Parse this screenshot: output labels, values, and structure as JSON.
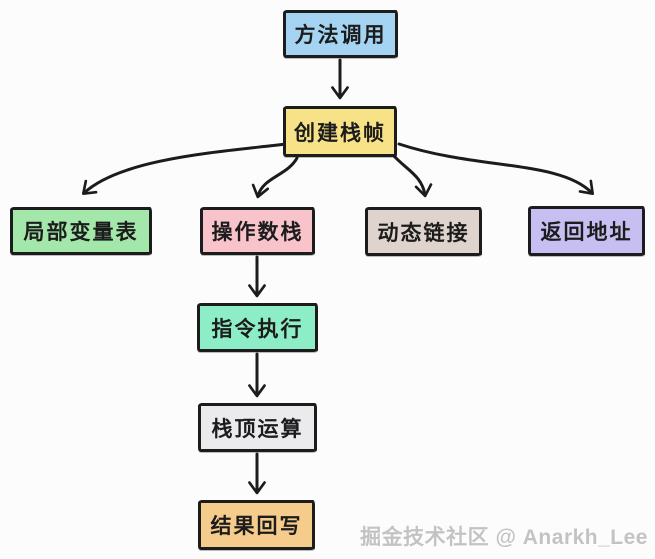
{
  "diagram": {
    "background": "#fcfcfc",
    "stroke": "#1c1c1c",
    "nodes": [
      {
        "id": "method-call",
        "label": "方法调用",
        "fill": "#a5d4f3"
      },
      {
        "id": "create-stack-frame",
        "label": "创建栈帧",
        "fill": "#f8e288"
      },
      {
        "id": "local-variable-table",
        "label": "局部变量表",
        "fill": "#a3e7ab"
      },
      {
        "id": "operand-stack",
        "label": "操作数栈",
        "fill": "#f8c3cb"
      },
      {
        "id": "dynamic-link",
        "label": "动态链接",
        "fill": "#ded4cd"
      },
      {
        "id": "return-address",
        "label": "返回地址",
        "fill": "#c7bef2"
      },
      {
        "id": "instruction-execution",
        "label": "指令执行",
        "fill": "#8dedc6"
      },
      {
        "id": "stack-top-operation",
        "label": "栈顶运算",
        "fill": "#ebebee"
      },
      {
        "id": "result-write-back",
        "label": "结果回写",
        "fill": "#f6cc8d"
      }
    ],
    "edges": [
      {
        "from": "method-call",
        "to": "create-stack-frame"
      },
      {
        "from": "create-stack-frame",
        "to": "local-variable-table"
      },
      {
        "from": "create-stack-frame",
        "to": "operand-stack"
      },
      {
        "from": "create-stack-frame",
        "to": "dynamic-link"
      },
      {
        "from": "create-stack-frame",
        "to": "return-address"
      },
      {
        "from": "operand-stack",
        "to": "instruction-execution"
      },
      {
        "from": "instruction-execution",
        "to": "stack-top-operation"
      },
      {
        "from": "stack-top-operation",
        "to": "result-write-back"
      }
    ]
  },
  "watermark": {
    "text": "掘金技术社区 @ Anarkh_Lee",
    "color": "#c3c3c3"
  }
}
